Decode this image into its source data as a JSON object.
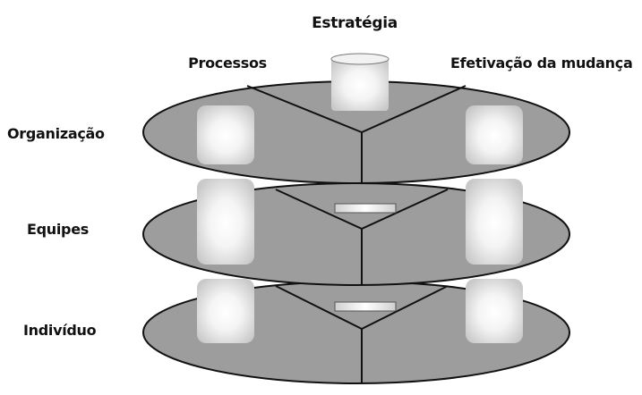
{
  "labels": {
    "top": "Estratégia",
    "left_column": "Processos",
    "right_column": "Efetivação da mudança",
    "levels": [
      "Organização",
      "Equipes",
      "Indivíduo"
    ]
  },
  "colors": {
    "disc_fill": "#9d9d9d",
    "outline": "#111111",
    "pillar_light": "#ffffff",
    "pillar_dark": "#cdcdcd"
  },
  "structure": {
    "levels": 3,
    "sectors_per_level": 3,
    "pillars": [
      "Estratégia",
      "Processos",
      "Efetivação da mudança"
    ]
  }
}
